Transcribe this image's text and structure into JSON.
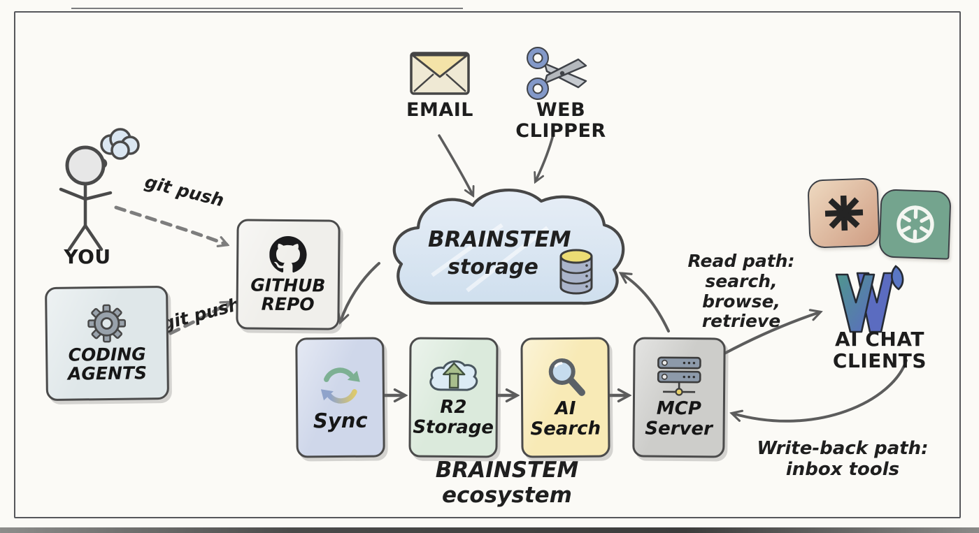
{
  "canvas": {
    "caption": "BRAINSTEM ecosystem"
  },
  "colors": {
    "paper": "#fbfaf6",
    "ink": "#222222",
    "arrow": "#5c5c5c",
    "dashed_arrow": "#7d7d7d",
    "coding_agents_bg": "#dfe7e9",
    "github_bg": "#f0efeb",
    "cloud_bg": "#dce8f4",
    "sync_bg": "#cfd7ea",
    "r2_bg": "#dbeadc",
    "ai_search_bg": "#f8eab6",
    "mcp_bg": "#cdcdca",
    "claude_tile": "#d8a88c",
    "openai_tile": "#74a48e"
  },
  "actors": {
    "you": {
      "label": "YOU",
      "icon": "stick-figure-icon",
      "thought_icon": "thought-bubble-icon"
    },
    "coding_agents": {
      "line1": "CODING",
      "line2": "AGENTS",
      "icon": "gear-icon"
    }
  },
  "sources": {
    "email": {
      "label": "EMAIL",
      "icon": "envelope-icon"
    },
    "web_clipper": {
      "label": "WEB CLIPPER",
      "icon": "scissors-icon"
    }
  },
  "hub": {
    "github_repo": {
      "line1": "GITHUB",
      "line2": "REPO",
      "icon": "github-octocat-icon"
    },
    "storage_cloud": {
      "title": "BRAINSTEM",
      "subtitle": "storage",
      "icon": "database-icon"
    }
  },
  "pipeline": {
    "sync": {
      "label": "Sync",
      "icon": "sync-arrows-icon"
    },
    "r2_storage": {
      "line1": "R2",
      "line2": "Storage",
      "icon": "cloud-upload-icon"
    },
    "ai_search": {
      "line1": "AI",
      "line2": "Search",
      "icon": "magnifier-icon"
    },
    "mcp_server": {
      "line1": "MCP",
      "line2": "Server",
      "icon": "server-rack-icon"
    }
  },
  "clients": {
    "label_line1": "AI CHAT",
    "label_line2": "CLIENTS",
    "icons": [
      "claude-asterisk-icon",
      "openai-icon",
      "w-drop-logo-icon"
    ]
  },
  "edges": {
    "git_push_top": "git push",
    "git_push_bottom": "git push",
    "read_path_line1": "Read path:",
    "read_path_line2": "search, browse,",
    "read_path_line3": "retrieve",
    "write_back_line1": "Write-back path:",
    "write_back_line2": "inbox tools"
  }
}
